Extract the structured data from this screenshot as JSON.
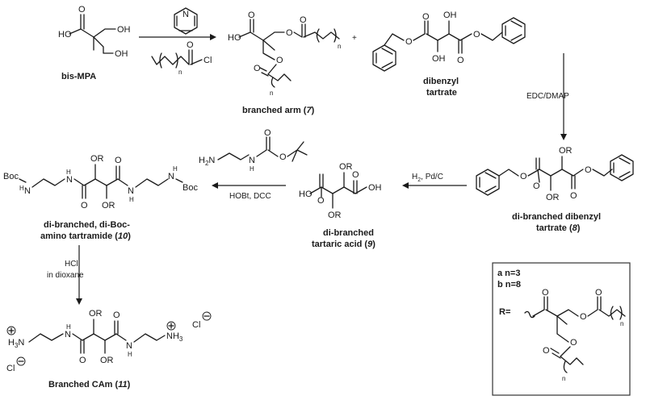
{
  "compounds": {
    "bis_mpa": "bis-MPA",
    "branched_arm": "branched arm (",
    "branched_arm_num": "7",
    "dibenzyl_tartrate_l1": "dibenzyl",
    "dibenzyl_tartrate_l2": "tartrate",
    "dibranched_dibenzyl_l1": "di-branched dibenzyl",
    "dibranched_dibenzyl_l2": "tartrate (",
    "dibranched_dibenzyl_num": "8",
    "dibranched_acid_l1": "di-branched",
    "dibranched_acid_l2": "tartaric acid (",
    "dibranched_acid_num": "9",
    "diboc_l1": "di-branched, di-Boc-",
    "diboc_l2": "amino tartramide (",
    "diboc_num": "10",
    "cam_label": "Branched CAm (",
    "cam_num": "11",
    "close_paren": ")"
  },
  "reagents": {
    "edc_dmap": "EDC/DMAP",
    "h2_pd": "H",
    "h2_pd_sub": "2",
    "h2_pd_rest": ", Pd/C",
    "hobt_dcc": "HOBt, DCC",
    "hcl": "HCl",
    "dioxane": "in dioxane",
    "plus": "+"
  },
  "atoms": {
    "HO": "HO",
    "OH": "OH",
    "O": "O",
    "N": "N",
    "Cl": "Cl",
    "n": "n",
    "OR": "OR",
    "Boc": "Boc",
    "H2N": "H",
    "H": "H",
    "NH3": "NH",
    "sub2": "2",
    "sub3": "3",
    "R_eq": "R="
  },
  "legend": {
    "a": "a n=3",
    "b": "b n=8"
  }
}
